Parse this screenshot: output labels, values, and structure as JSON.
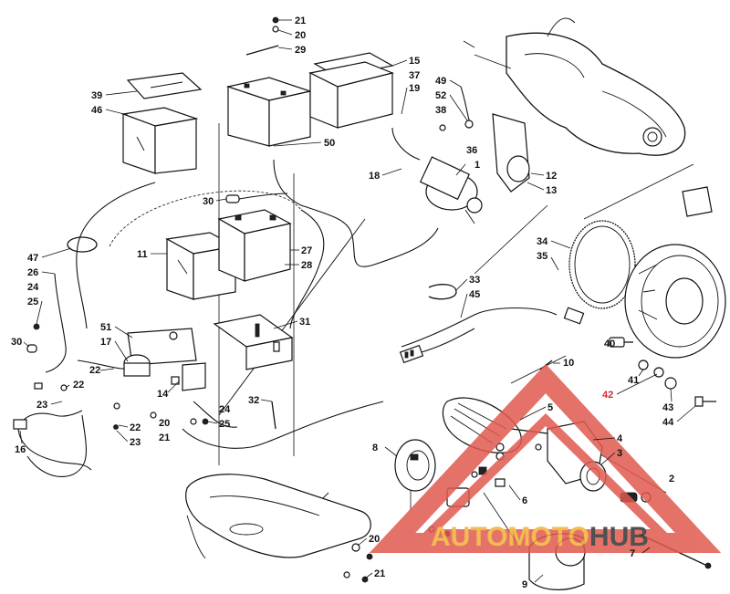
{
  "callouts_black": [
    "21",
    "20",
    "29",
    "15",
    "37",
    "19",
    "39",
    "46",
    "50",
    "49",
    "52",
    "38",
    "36",
    "1",
    "18",
    "12",
    "13",
    "30",
    "11",
    "27",
    "28",
    "47",
    "26",
    "24",
    "25",
    "34",
    "35",
    "33",
    "45",
    "31",
    "51",
    "17",
    "30",
    "22",
    "22",
    "14",
    "32",
    "20",
    "21",
    "24",
    "25",
    "23",
    "22",
    "23",
    "16",
    "8",
    "10",
    "5",
    "4",
    "3",
    "6",
    "40",
    "41",
    "43",
    "44",
    "2",
    "7",
    "9",
    "20",
    "21"
  ],
  "callouts_red": [
    "42"
  ],
  "watermark": {
    "text_a": "AUTO",
    "text_b": "MOTO",
    "text_c": "HUB",
    "color_a": "#f2b134",
    "color_b": "#f2b134",
    "color_c": "#333333",
    "triangle_color": "#e05a4f"
  }
}
